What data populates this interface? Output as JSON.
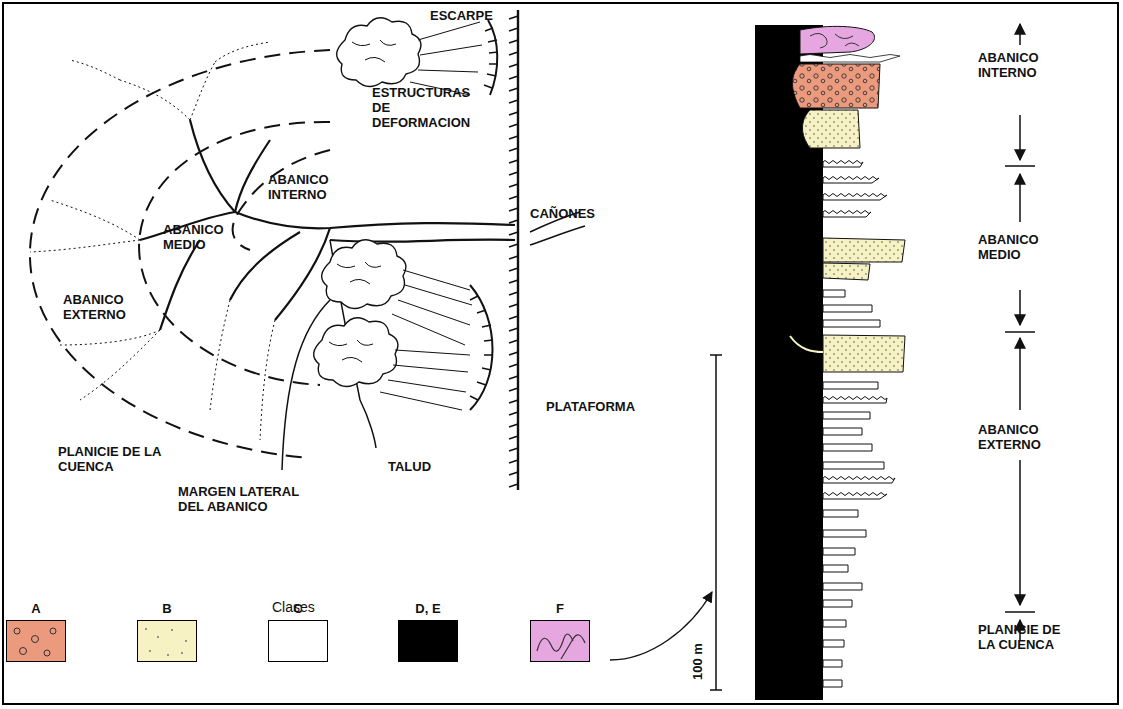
{
  "diagram": {
    "labels": [
      "ESCARPE",
      "ESTRUCTURAS DE DEFORMACION",
      "ABANICO INTERNO",
      "CAÑONES",
      "ABANICO MEDIO",
      "ABANICO EXTERNO",
      "PLATAFORMA",
      "PLANICIE DE LA CUENCA",
      "MARGEN LATERAL DEL ABANICO",
      "TALUD",
      "Clases",
      "100 m",
      "ABANICO INTERNO",
      "ABANICO MEDIO",
      "ABANICO EXTERNO",
      "PLANICIE DE LA CUENCA"
    ],
    "legend": [
      {
        "text": "A",
        "color": "#ec9a7e"
      },
      {
        "text": "B",
        "color": "#f6f2c4"
      },
      {
        "text": "C",
        "color": "#ffffff"
      },
      {
        "text": "D, E",
        "color": "#000000"
      },
      {
        "text": "F",
        "color": "#e6a6e0"
      }
    ]
  }
}
